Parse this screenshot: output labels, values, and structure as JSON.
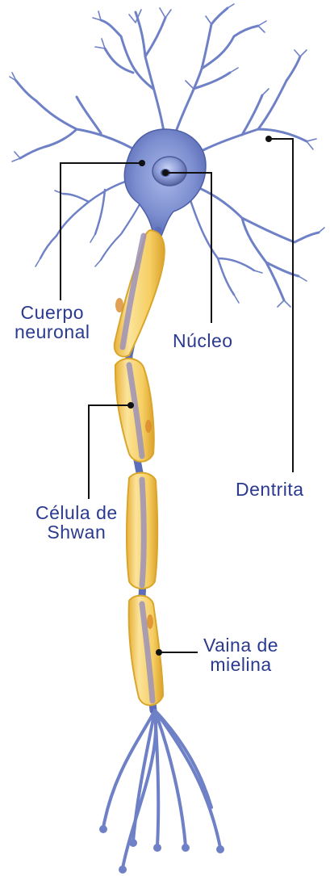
{
  "labels": {
    "cuerpo_neuronal": [
      "Cuerpo",
      "neuronal"
    ],
    "nucleo": "Núcleo",
    "celula_de_shwan": [
      "Célula de",
      "Shwan"
    ],
    "dentrita": "Dentrita",
    "vaina_de_mielina": [
      "Vaina de",
      "mielina"
    ]
  },
  "colors": {
    "label_text": "#2b3a8f",
    "leader_lines": "#111111",
    "neuron_body": "#7d8fd0",
    "neuron_dark": "#4e5fa8",
    "myelin_fill": "#f6cf63",
    "myelin_edge": "#d9a52a",
    "axon_core": "#9c92b8"
  }
}
